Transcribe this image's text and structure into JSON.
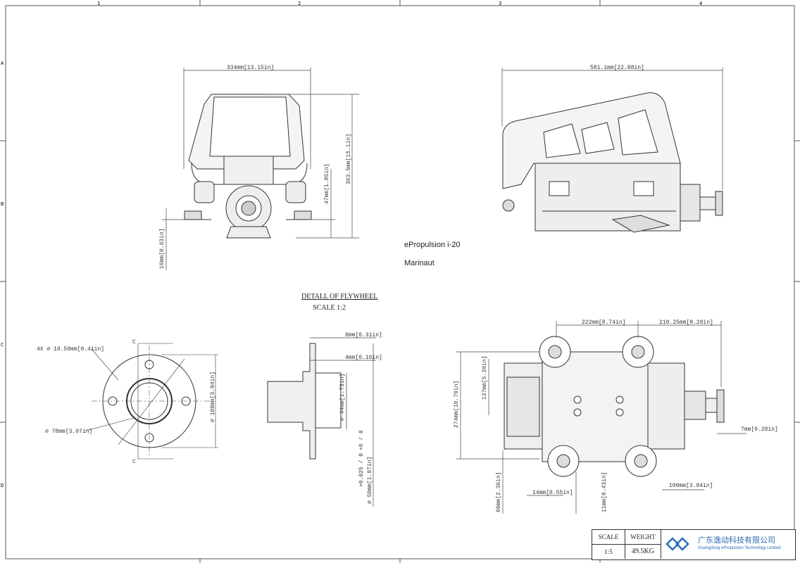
{
  "sheet": {
    "zone_cols": [
      "1",
      "2",
      "3",
      "4"
    ],
    "zone_rows": [
      "A",
      "B",
      "C",
      "D"
    ]
  },
  "notes": {
    "product": "ePropulsion i-20",
    "brand": "Marinaut",
    "detail_title": "DETALL OF FLYWHEEL",
    "detail_scale": "SCALE 1:2"
  },
  "dimensions": {
    "front_width": "334mm[13.15in]",
    "front_height": "363.5mm[15.1in]",
    "front_shaft_height": "47mm[1.85in]",
    "front_foot": "16mm[0.63in]",
    "side_length": "581.1mm[22.88in]",
    "top_len_a": "222mm[8.74in]",
    "top_len_b": "210.25mm[8.28in]",
    "top_height": "274mm[10.79in]",
    "top_inner": "137mm[5.39in]",
    "top_shaft": "7mm[0.28in]",
    "top_14": "14mm[0.55in]",
    "top_11": "11mm[0.43in]",
    "top_60": "60mm[2.36in]",
    "top_100": "100mm[3.94in]",
    "fw_holes": "4X ⌀ 10.50mm[0.41in]",
    "fw_inner": "⌀ 78mm[3.07in]",
    "fw_outer": "⌀ 100mm[3.94in]",
    "fw_section": "C",
    "sec_8": "8mm[0.31in]",
    "sec_4": "4mm[0.16in]",
    "sec_44": "⌀ 44mm[1.73in]",
    "sec_50": "⌀ 50mm[1.97in]",
    "sec_tol": "+0.025 / 0",
    "sec_tol2": "+0 / 0"
  },
  "title_block": {
    "scale_label": "SCALE",
    "scale_value": "1:5",
    "weight_label": "WEIGHT",
    "weight_value": "49.5KG",
    "company_cn": "广东逸动科技有限公司",
    "company_en": "Guangdong ePropulsion Technology Limited"
  },
  "colors": {
    "line": "#333333",
    "logo": "#2b6db5"
  }
}
